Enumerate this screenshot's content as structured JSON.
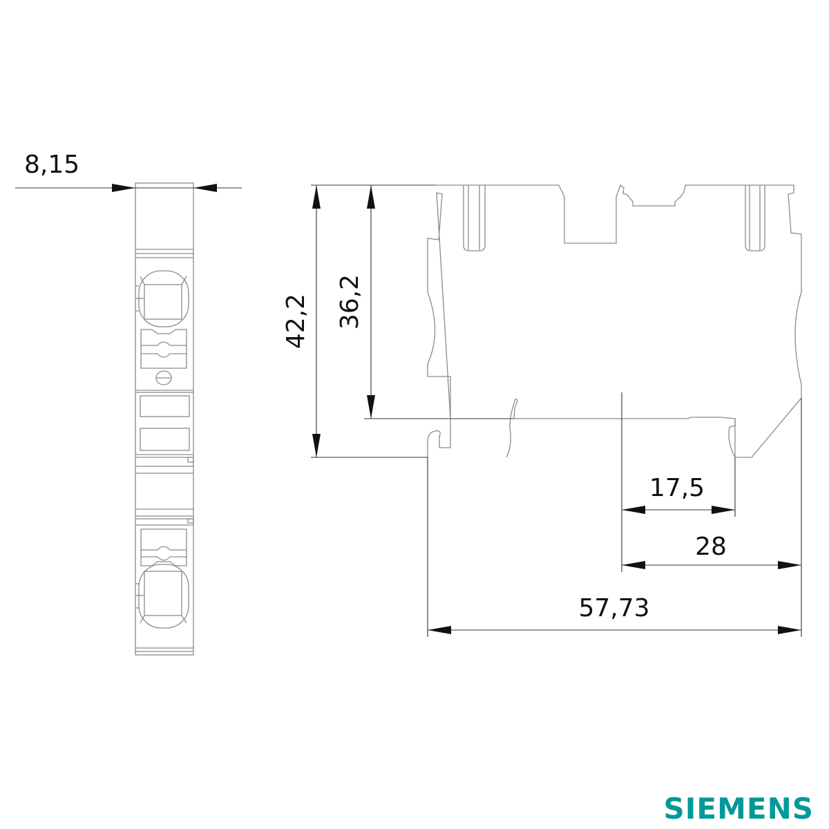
{
  "drawing": {
    "side_view_width_label": "8,15",
    "total_height_label": "42,2",
    "rail_height_label": "36,2",
    "foot_width_label": "17,5",
    "half_depth_label": "28",
    "total_depth_label": "57,73"
  },
  "logo": {
    "text": "SIEMENS",
    "color": "#009999"
  },
  "colors": {
    "part_outline": "#8a8a8a",
    "dimension_line": "#333333"
  }
}
